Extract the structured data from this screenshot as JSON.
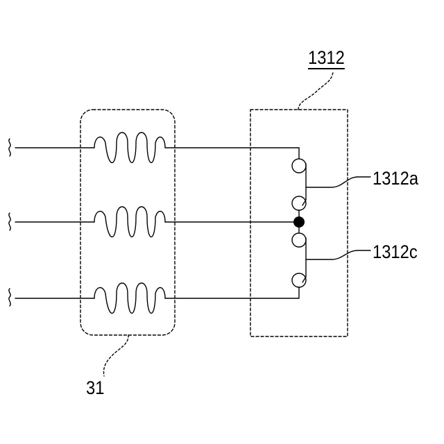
{
  "labels": {
    "module_label": "1312",
    "coil_group_label": "31",
    "switch_a_label": "1312a",
    "switch_c_label": "1312c"
  }
}
